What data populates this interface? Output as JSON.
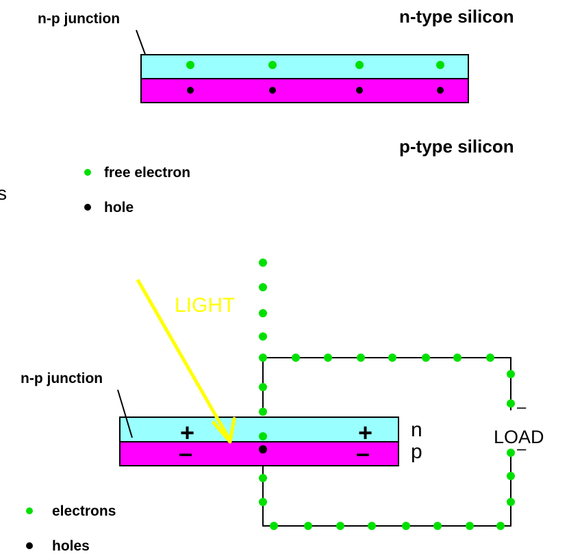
{
  "colors": {
    "n_layer": "#99ffff",
    "p_layer": "#ff00ff",
    "electron": "#00e000",
    "hole": "#000000",
    "light": "#ffff00",
    "wire": "#000000"
  },
  "top_diagram": {
    "junction_label": "n-p junction",
    "n_label": "n-type silicon",
    "p_label": "p-type silicon",
    "legend": {
      "electron_label": "free electron",
      "hole_label": "hole"
    },
    "electron_icon": "green-dot-icon",
    "hole_icon": "black-dot-icon"
  },
  "edge_fragment": "s",
  "bottom_diagram": {
    "light_label": "LIGHT",
    "junction_label": "n-p junction",
    "plus_sign": "+",
    "minus_sign": "–",
    "n_letter": "n",
    "p_letter": "p",
    "load_label": "LOAD",
    "load_minus_top": "–",
    "load_minus_bottom": "–",
    "legend": {
      "electron_label": "electrons",
      "hole_label": "holes"
    }
  }
}
